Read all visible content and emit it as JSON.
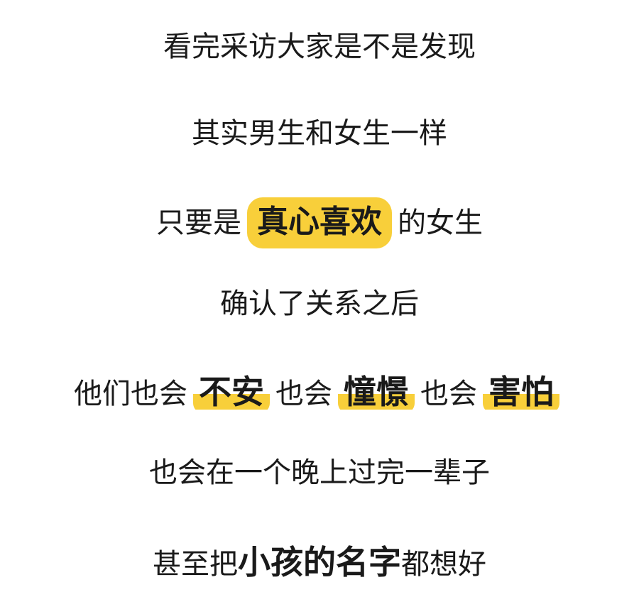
{
  "lines": {
    "l1": "看完采访大家是不是发现",
    "l2": "其实男生和女生一样",
    "l3": {
      "before": "只要是",
      "highlight": "真心喜欢",
      "after": "的女生"
    },
    "l4": "确认了关系之后",
    "l5": {
      "p1": "他们也会",
      "h1": "不安",
      "p2": "也会",
      "h2": "憧憬",
      "p3": "也会",
      "h3": "害怕"
    },
    "l6": "也会在一个晚上过完一辈子",
    "l7": {
      "before": "甚至把",
      "bold": "小孩的名字",
      "after": "都想好"
    }
  },
  "colors": {
    "highlight": "#f8cf3a",
    "text": "#1a1a1a"
  }
}
